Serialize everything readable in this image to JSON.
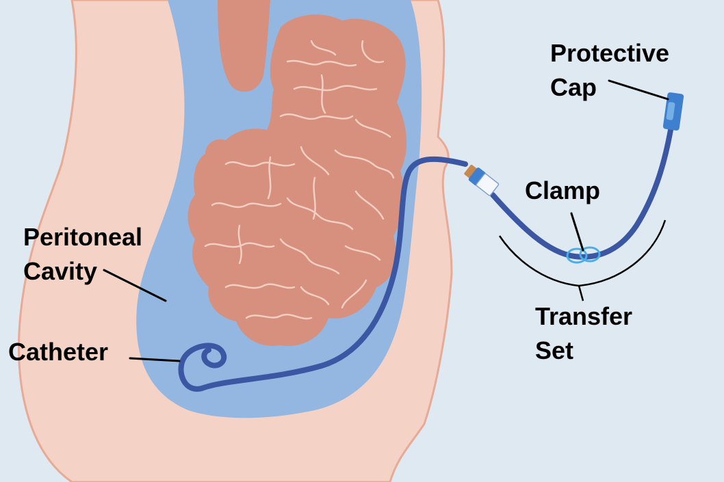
{
  "labels": {
    "protective_cap": [
      "Protective",
      "Cap"
    ],
    "clamp": "Clamp",
    "peritoneal_cavity": [
      "Peritoneal",
      "Cavity"
    ],
    "catheter": "Catheter",
    "transfer_set": [
      "Transfer",
      "Set"
    ]
  },
  "colors": {
    "background": "#dfe9f2",
    "skin": "#f5d2c6",
    "skin_outline": "#e8a995",
    "cavity": "#93b7e1",
    "intestine": "#d6907d",
    "intestine_line": "#f3cfc3",
    "tube": "#3b57a3",
    "clamp": "#49aee8",
    "cap": "#3f7fd0",
    "leader": "#000000"
  },
  "icons": [
    "catheter-tube",
    "connector",
    "clamp",
    "protective-cap",
    "intestines"
  ]
}
